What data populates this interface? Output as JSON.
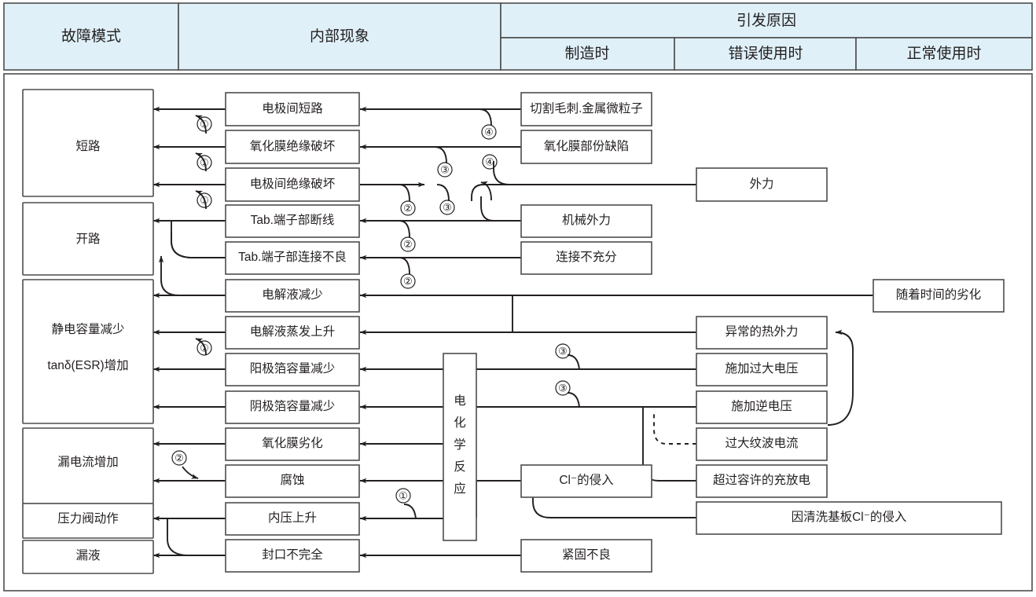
{
  "header": {
    "col_failure_mode": "故障模式",
    "col_internal_phenomenon": "内部现象",
    "col_cause_group": "引发原因",
    "col_cause_manufacturing": "制造时",
    "col_cause_misuse": "错误使用时",
    "col_cause_normal": "正常使用时",
    "bg_color": "#dff0f8",
    "border_color": "#4d4d4d"
  },
  "failure_modes": [
    {
      "label": "短路"
    },
    {
      "label": "开路"
    },
    {
      "label_line1": "静电容量减少",
      "label_line2": "tanδ(ESR)增加"
    },
    {
      "label": "漏电流增加"
    },
    {
      "label": "压力阀动作"
    },
    {
      "label": "漏液"
    }
  ],
  "internal_phenomena": [
    {
      "label": "电极间短路"
    },
    {
      "label": "氧化膜绝缘破坏"
    },
    {
      "label": "电极间绝缘破坏"
    },
    {
      "label": "Tab.端子部断线"
    },
    {
      "label": "Tab.端子部连接不良"
    },
    {
      "label": "电解液减少"
    },
    {
      "label": "电解液蒸发上升"
    },
    {
      "label": "阳极箔容量减少"
    },
    {
      "label": "阴极箔容量减少"
    },
    {
      "label": "氧化膜劣化"
    },
    {
      "label": "腐蚀"
    },
    {
      "label": "内压上升"
    },
    {
      "label": "封口不完全"
    }
  ],
  "reaction_box": {
    "label": "电化学反应",
    "chars": [
      "电",
      "化",
      "学",
      "反",
      "应"
    ]
  },
  "causes": {
    "manufacturing": [
      {
        "label": "切割毛刺.金属微粒子"
      },
      {
        "label": "氧化膜部份缺陷"
      },
      {
        "label": "机械外力"
      },
      {
        "label": "连接不充分"
      },
      {
        "label": "Cl⁻的侵入"
      },
      {
        "label": "紧固不良"
      }
    ],
    "misuse": [
      {
        "label": "外力"
      },
      {
        "label": "异常的热外力"
      },
      {
        "label": "施加过大电压"
      },
      {
        "label": "施加逆电压"
      },
      {
        "label": "过大纹波电流"
      },
      {
        "label": "超过容许的充放电"
      },
      {
        "label": "因清洗基板Cl⁻的侵入"
      }
    ],
    "normal": [
      {
        "label": "随着时间的劣化"
      }
    ]
  },
  "markers": [
    {
      "id": "m1",
      "label": "①"
    },
    {
      "id": "m2",
      "label": "①"
    },
    {
      "id": "m3",
      "label": "①"
    },
    {
      "id": "m4",
      "label": "①"
    },
    {
      "id": "m5",
      "label": "①"
    },
    {
      "id": "m6",
      "label": "②"
    },
    {
      "id": "m7",
      "label": "②"
    },
    {
      "id": "m8",
      "label": "②"
    },
    {
      "id": "m9",
      "label": "②"
    },
    {
      "id": "m10",
      "label": "③"
    },
    {
      "id": "m11",
      "label": "③"
    },
    {
      "id": "m12",
      "label": "③"
    },
    {
      "id": "m13",
      "label": "③"
    },
    {
      "id": "m14",
      "label": "④"
    },
    {
      "id": "m15",
      "label": "④"
    }
  ]
}
